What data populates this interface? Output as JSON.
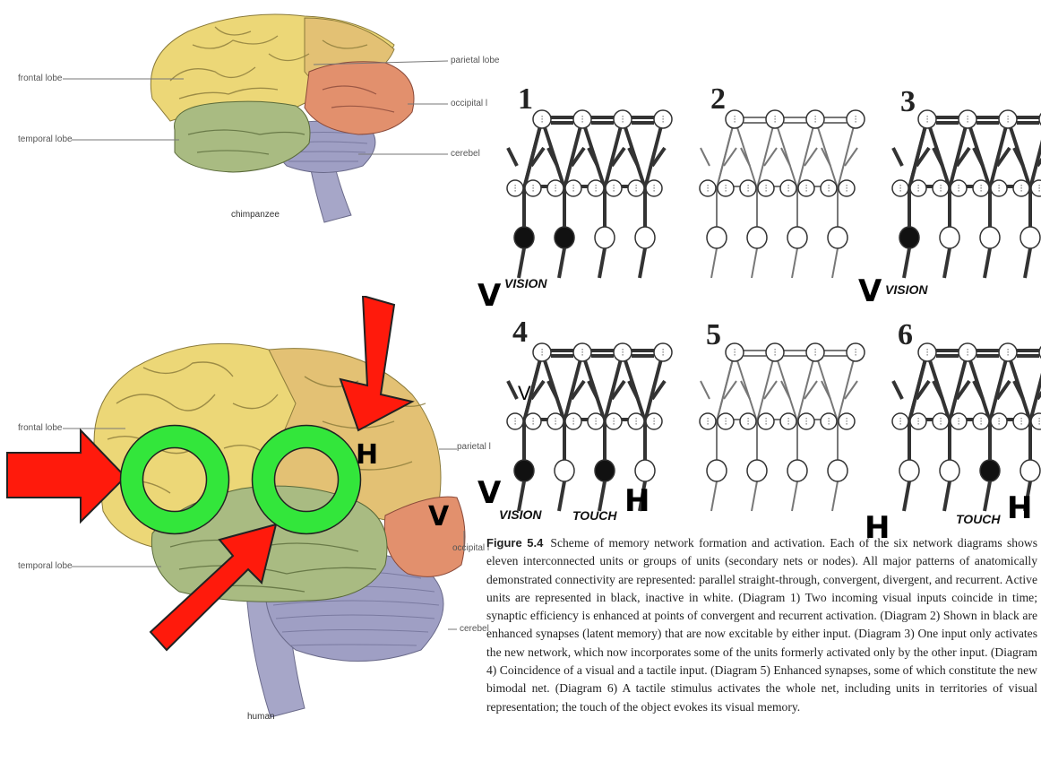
{
  "top_brain": {
    "labels": {
      "frontal": "frontal lobe",
      "parietal": "parietal lobe",
      "occipital": "occipital l",
      "temporal": "temporal lobe",
      "cerebellum": "cerebel"
    },
    "caption": "chimpanzee"
  },
  "bottom_brain": {
    "labels": {
      "frontal": "frontal lobe",
      "parietal": "parietal l",
      "occipital": "occipital l",
      "temporal": "temporal lobe",
      "cerebellum": "cerebel"
    },
    "caption": "human"
  },
  "annotations": {
    "v": "V",
    "h": "H",
    "v_small": "V"
  },
  "diagram_numbers": [
    "1",
    "2",
    "3",
    "4",
    "5",
    "6"
  ],
  "input_labels": {
    "vision": "VISION",
    "touch": "TOUCH"
  },
  "figure_caption": {
    "label": "Figure 5.4",
    "text": "Scheme of memory network formation and activation. Each of the six network diagrams shows eleven interconnected units or groups of units (secondary nets or nodes). All major patterns of anatomically demonstrated connectivity are represented: parallel straight-through, convergent, divergent, and recurrent. Active units are represented in black, inactive in white. (Diagram 1) Two incoming visual inputs coincide in time; synaptic efficiency is enhanced at points of convergent and recurrent activation. (Diagram 2) Shown in black are enhanced synapses (latent memory) that are now excitable by either input. (Diagram 3) One input only activates the new network, which now incorporates some of the units formerly activated only by the other input. (Diagram 4) Coincidence of a visual and a tactile input. (Diagram 5) Enhanced synapses, some of which constitute the new bimodal net. (Diagram 6) A tactile stimulus activates the whole net, including units in territories of visual representation; the touch of the object evokes its visual memory."
  },
  "colors": {
    "frontal": "#ecd777",
    "parietal": "#e3c174",
    "occipital": "#e2906d",
    "temporal": "#a9bb82",
    "cerebellum": "#9f9fc4",
    "arrow": "#ff1a0c",
    "ring": "#33e63b"
  }
}
